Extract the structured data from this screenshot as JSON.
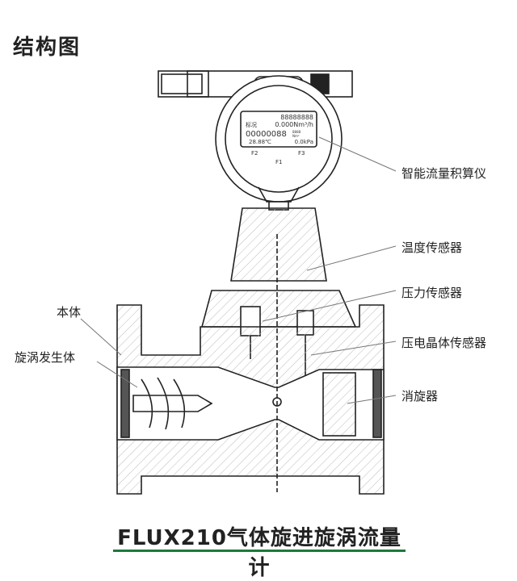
{
  "title": "结构图",
  "display": {
    "top_digits": "88888888",
    "mode_label": "标况",
    "flow_rate": "0.000Nm³/h",
    "total": "00000088",
    "small_digits": "8888",
    "small_unit": "Nm³",
    "temperature": "28.88℃",
    "pressure": "0.0kPa",
    "buttons": [
      "F2",
      "F1",
      "F3"
    ]
  },
  "labels": {
    "totalizer": "智能流量积算仪",
    "temperature_sensor": "温度传感器",
    "pressure_sensor": "压力传感器",
    "piezo_sensor": "压电晶体传感器",
    "deswirler": "消旋器",
    "body": "本体",
    "swirl_generator": "旋涡发生体"
  },
  "footer": "FLUX210气体旋进旋涡流量计",
  "colors": {
    "underline": "#1a7a3a"
  }
}
